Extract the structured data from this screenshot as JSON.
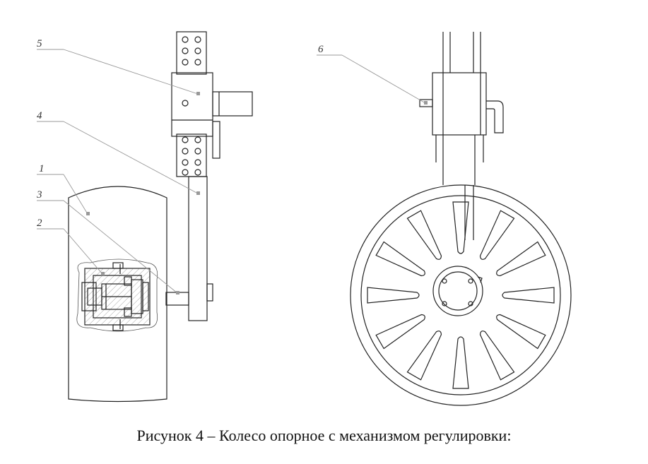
{
  "caption": "Рисунок 4 – Колесо опорное с механизмом регулировки:",
  "labels": {
    "l1": "1",
    "l2": "2",
    "l3": "3",
    "l4": "4",
    "l5": "5",
    "l6": "6"
  }
}
